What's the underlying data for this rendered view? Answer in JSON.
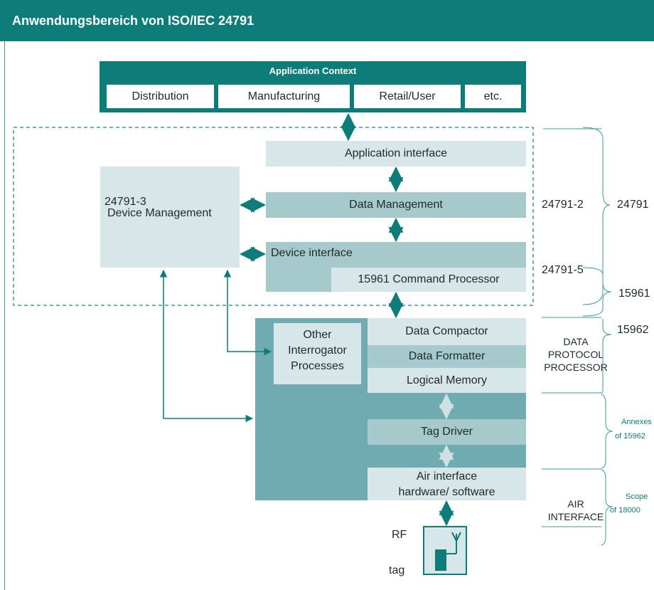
{
  "title": "Anwendungsbereich von ISO/IEC 24791",
  "application_context": {
    "heading": "Application Context",
    "items": [
      "Distribution",
      "Manufacturing",
      "Retail/User",
      "etc."
    ]
  },
  "blocks": {
    "application_interface": "Application interface",
    "data_management": "Data Management",
    "device_management_num": "24791-3",
    "device_management": "Device Management",
    "device_interface": "Device interface",
    "command_processor": "15961 Command Processor",
    "other_processes": [
      "Other",
      "Interrogator",
      "Processes"
    ],
    "data_compactor": "Data Compactor",
    "data_formatter": "Data Formatter",
    "logical_memory": "Logical Memory",
    "tag_driver": "Tag Driver",
    "air_hw": [
      "Air interface",
      "hardware/ software"
    ],
    "rf_tag": [
      "RF",
      "tag"
    ]
  },
  "labels": {
    "std_24791_2": "24791-2",
    "std_24791_5": "24791-5",
    "dpp": [
      "DATA",
      "PROTOCOL",
      "PROCESSOR"
    ],
    "air_interface": [
      "AIR",
      "INTERFACE"
    ]
  },
  "brace_labels": {
    "b24791": "24791",
    "b15961": "15961",
    "b15962": "15962",
    "annexes": [
      "Annexes",
      "of 15962"
    ],
    "scope": [
      "Scope",
      "of 18000"
    ]
  },
  "colors": {
    "header": "#0e7c78",
    "accent": "#0e7c78",
    "dark_block": "#6fabb0",
    "mid_block": "#a6c9cb",
    "light_block": "#d7e6e8",
    "dashed_frame": "#3a9c97"
  }
}
